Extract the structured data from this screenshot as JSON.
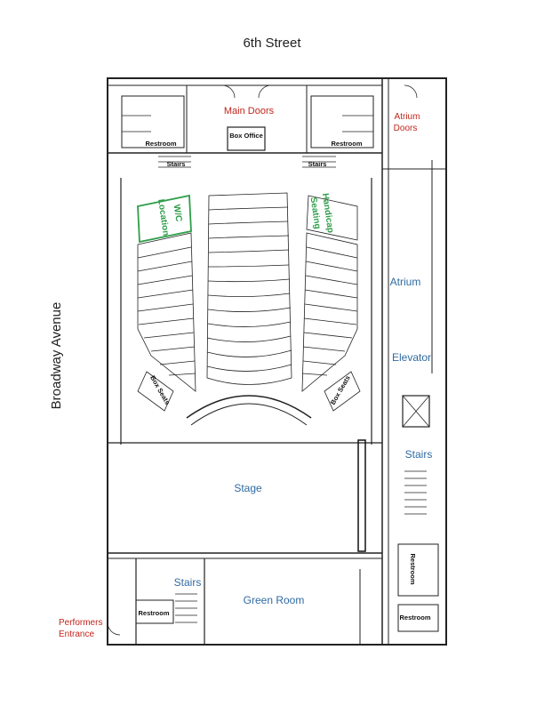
{
  "streets": {
    "north": "6th Street",
    "west": "Broadway Avenue"
  },
  "entrances": {
    "main_doors": "Main Doors",
    "atrium_doors_line1": "Atrium",
    "atrium_doors_line2": "Doors",
    "performers_line1": "Performers",
    "performers_line2": "Entrance"
  },
  "rooms": {
    "atrium": "Atrium",
    "elevator": "Elevator",
    "stairs_east": "Stairs",
    "stage": "Stage",
    "green_room": "Green Room",
    "stairs_southwest": "Stairs"
  },
  "small_labels": {
    "box_office": "Box Office",
    "restroom_nw": "Restroom",
    "restroom_ne": "Restroom",
    "stairs_nw": "Stairs",
    "stairs_ne": "Stairs",
    "restroom_se_vertical": "Restroom",
    "restroom_se": "Restroom",
    "restroom_sw": "Restroom",
    "box_seats_left": "Box Seats",
    "box_seats_right": "Box Seats"
  },
  "seating": {
    "left_box_line1": "W/C",
    "left_box_line2": "Location",
    "right_line1": "Handicap",
    "right_line2": "Seating"
  },
  "colors": {
    "blue_labels": "#2f6aa1",
    "red_labels": "#c0251c",
    "green_labels": "#2e9e4a"
  }
}
